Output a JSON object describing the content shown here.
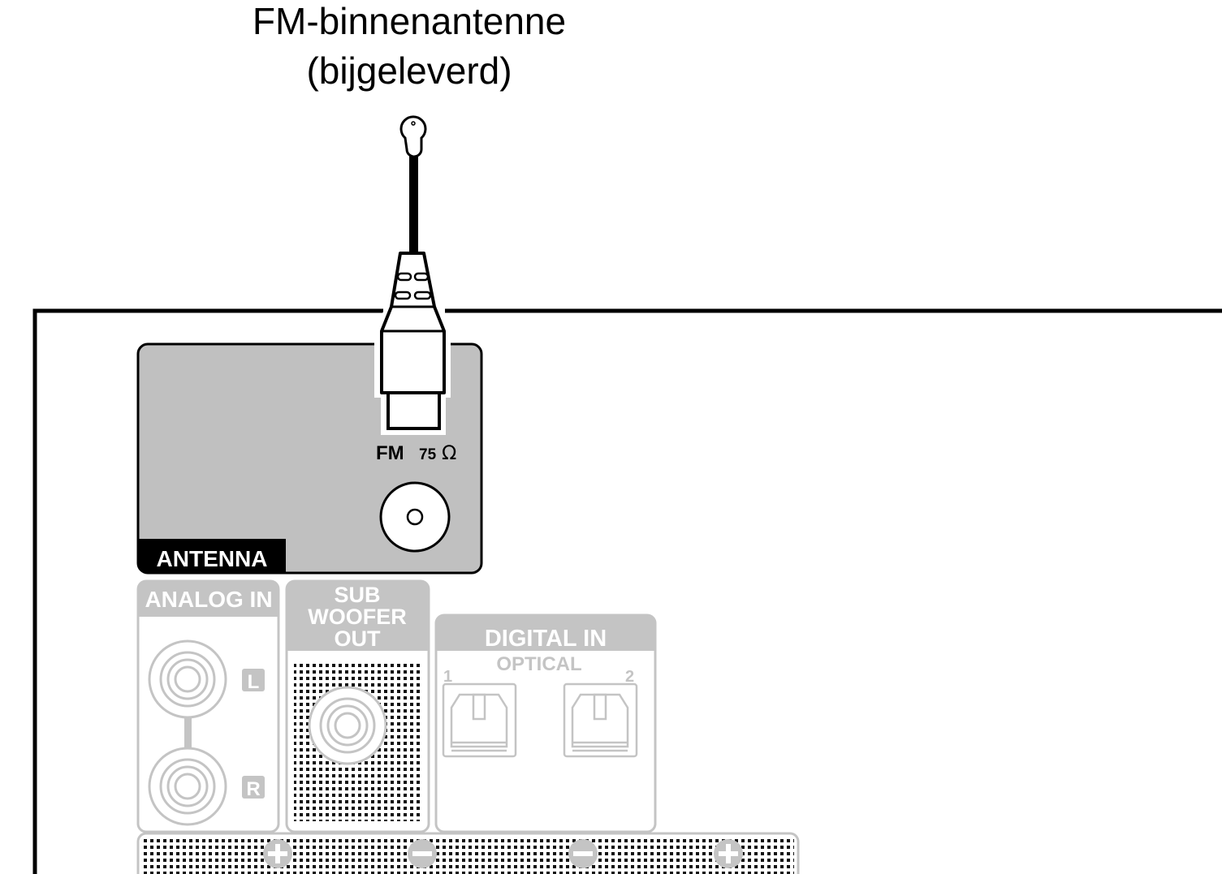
{
  "title": {
    "line1": "FM-binnenantenne",
    "line2": "(bijgeleverd)"
  },
  "antenna_panel": {
    "label": "ANTENNA",
    "jack_label": "FM",
    "impedance": "75",
    "ohm_symbol": "Ω"
  },
  "analog_in": {
    "label": "ANALOG IN",
    "left": "L",
    "right": "R"
  },
  "subwoofer_out": {
    "line1": "SUB",
    "line2": "WOOFER",
    "line3": "OUT"
  },
  "digital_in": {
    "label": "DIGITAL IN",
    "sublabel": "OPTICAL",
    "port1": "1",
    "port2": "2"
  },
  "colors": {
    "panel_gray": "#c0c0c0",
    "faded_gray": "#bdbdbd",
    "outline": "#000000"
  }
}
